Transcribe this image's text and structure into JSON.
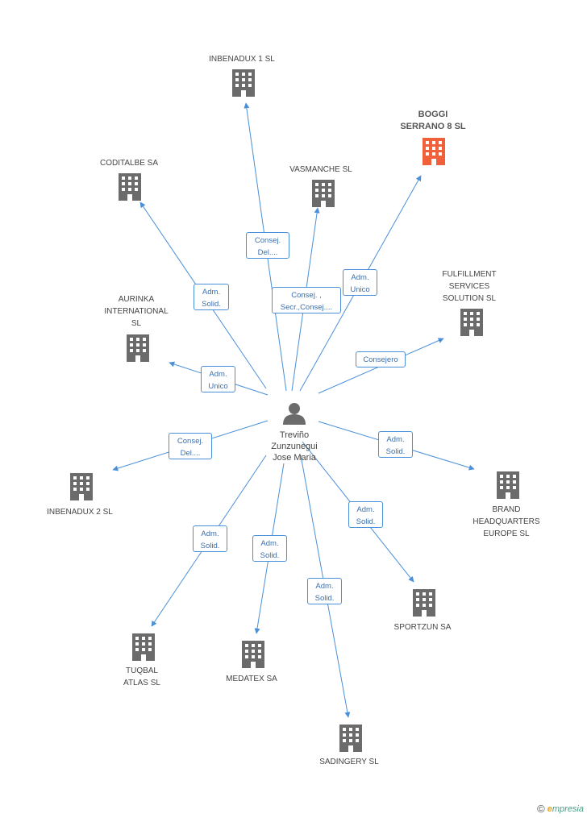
{
  "center": {
    "name": "Treviño\nZunzunegui\nJose Maria",
    "icon": "person-icon"
  },
  "colors": {
    "edge": "#4a90d9",
    "building": "#6b6b6b",
    "highlight": "#f0603a"
  },
  "nodes": [
    {
      "id": "inbenadux1",
      "label": "INBENADUX 1 SL",
      "role": "Consej.\nDel....",
      "highlight": false
    },
    {
      "id": "boggi",
      "label": "BOGGI\nSERRANO 8 SL",
      "role": "Adm.\nUnico",
      "highlight": true
    },
    {
      "id": "coditalbe",
      "label": "CODITALBE SA",
      "role": "Adm.\nSolid.",
      "highlight": false
    },
    {
      "id": "vasmanche",
      "label": "VASMANCHE SL",
      "role": "Consej. ,\nSecr.,Consej....",
      "highlight": false
    },
    {
      "id": "fulfillment",
      "label": "FULFILLMENT\nSERVICES\nSOLUTION SL",
      "role": "Consejero",
      "highlight": false
    },
    {
      "id": "aurinka",
      "label": "AURINKA\nINTERNATIONAL\nSL",
      "role": "Adm.\nUnico",
      "highlight": false
    },
    {
      "id": "inbenadux2",
      "label": "INBENADUX 2 SL",
      "role": "Consej.\nDel....",
      "highlight": false
    },
    {
      "id": "brand",
      "label": "BRAND\nHEADQUARTERS\nEUROPE  SL",
      "role": "Adm.\nSolid.",
      "highlight": false
    },
    {
      "id": "sportzun",
      "label": "SPORTZUN SA",
      "role": "Adm.\nSolid.",
      "highlight": false
    },
    {
      "id": "tuqbal",
      "label": "TUQBAL\nATLAS SL",
      "role": "Adm.\nSolid.",
      "highlight": false
    },
    {
      "id": "medatex",
      "label": "MEDATEX SA",
      "role": "Adm.\nSolid.",
      "highlight": false
    },
    {
      "id": "sadingery",
      "label": "SADINGERY SL",
      "role": "Adm.\nSolid.",
      "highlight": false
    }
  ],
  "footer": {
    "copyright": "©",
    "brand_initial": "e",
    "brand_rest": "mpresia"
  }
}
